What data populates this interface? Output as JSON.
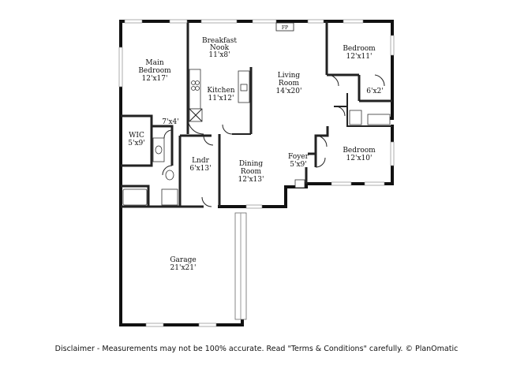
{
  "rooms": [
    {
      "name": "Breakfast Nook",
      "lines": [
        "Breakfast",
        "Nook"
      ],
      "size": "11'x8'"
    },
    {
      "name": "Main Bedroom",
      "lines": [
        "Main",
        "Bedroom"
      ],
      "size": "12'x17'"
    },
    {
      "name": "Kitchen",
      "lines": [
        "Kitchen"
      ],
      "size": "11'x12'"
    },
    {
      "name": "Living Room",
      "lines": [
        "Living",
        "Room"
      ],
      "size": "14'x20'"
    },
    {
      "name": "Bedroom",
      "lines": [
        "Bedroom"
      ],
      "size": "12'x11'"
    },
    {
      "name": "Bath",
      "lines": [],
      "size": "6'x2'"
    },
    {
      "name": "WIC",
      "lines": [
        "WIC"
      ],
      "size": "5'x9'"
    },
    {
      "name": "Bath",
      "lines": [],
      "size": "7'x4'"
    },
    {
      "name": "Lndr",
      "lines": [
        "Lndr"
      ],
      "size": "6'x13'"
    },
    {
      "name": "Dining Room",
      "lines": [
        "Dining",
        "Room"
      ],
      "size": "12'x13'"
    },
    {
      "name": "Foyer",
      "lines": [
        "Foyer"
      ],
      "size": "5'x9'"
    },
    {
      "name": "Bedroom",
      "lines": [
        "Bedroom"
      ],
      "size": "12'x10'"
    },
    {
      "name": "Garage",
      "lines": [
        "Garage"
      ],
      "size": "21'x21'"
    }
  ],
  "fireplace_label": "FP",
  "disclaimer": "Disclaimer - Measurements may not be 100% accurate. Read \"Terms & Conditions\" carefully. © PlanOmatic"
}
